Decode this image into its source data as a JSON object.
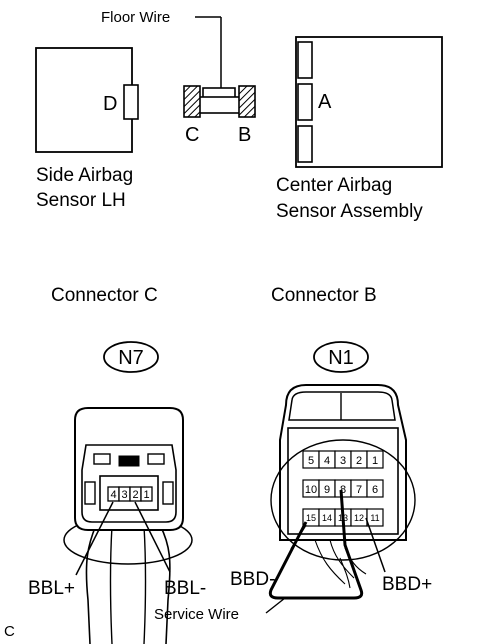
{
  "floor_wire": "Floor Wire",
  "side_sensor": {
    "terminal": "D",
    "line1": "Side Airbag",
    "line2": "Sensor LH"
  },
  "center_sensor": {
    "terminal": "A",
    "line1": "Center Airbag",
    "line2": "Sensor Assembly"
  },
  "wire_ends": {
    "left": "C",
    "right": "B"
  },
  "connector_c": {
    "title": "Connector C",
    "code": "N7",
    "pins": [
      "4",
      "3",
      "2",
      "1"
    ],
    "left_terminal": "BBL+",
    "right_terminal": "BBL-"
  },
  "connector_b": {
    "title": "Connector B",
    "code": "N1",
    "pins_row1": [
      "5",
      "4",
      "3",
      "2",
      "1"
    ],
    "pins_row2": [
      "10",
      "9",
      "8",
      "7",
      "6"
    ],
    "pins_row3": [
      "15",
      "14",
      "13",
      "12",
      "11"
    ],
    "left_terminal": "BBD-",
    "right_terminal": "BBD+"
  },
  "service_wire": "Service Wire",
  "figure_code": "C"
}
